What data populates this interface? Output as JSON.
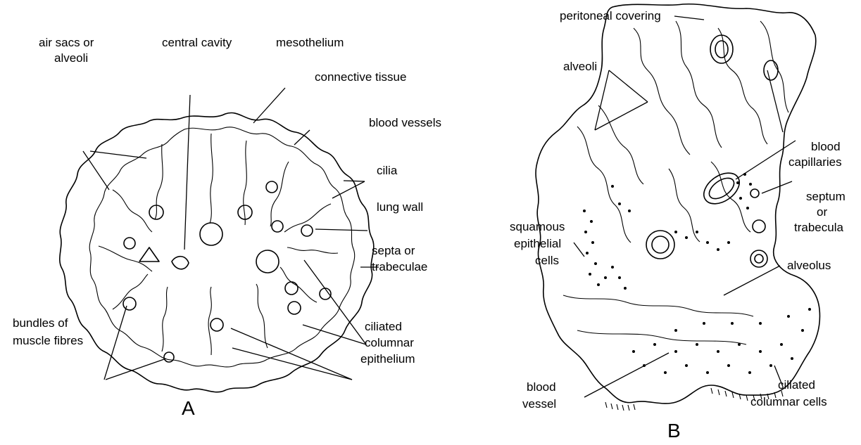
{
  "panel_a": {
    "letter": "A",
    "labels": {
      "air_sacs_1": "air sacs or",
      "air_sacs_2": "alveoli",
      "central_cavity": "central cavity",
      "mesothelium": "mesothelium",
      "connective_tissue": "connective tissue",
      "blood_vessels": "blood vessels",
      "cilia": "cilia",
      "lung_wall": "lung wall",
      "septa_1": "septa or",
      "septa_2": "trabeculae",
      "ciliated_1": "ciliated",
      "ciliated_2": "columnar",
      "ciliated_3": "epithelium",
      "bundles_1": "bundles of",
      "bundles_2": "muscle fibres"
    }
  },
  "panel_b": {
    "letter": "B",
    "labels": {
      "peritoneal": "peritoneal covering",
      "alveoli": "alveoli",
      "blood_cap_1": "blood",
      "blood_cap_2": "capillaries",
      "septum_1": "septum",
      "septum_2": "or",
      "septum_3": "trabecula",
      "squamous_1": "squamous",
      "squamous_2": "epithelial",
      "squamous_3": "cells",
      "alveolus": "alveolus",
      "blood_vessel_1": "blood",
      "blood_vessel_2": "vessel",
      "ciliated_cells_1": "ciliated",
      "ciliated_cells_2": "columnar  cells"
    }
  }
}
